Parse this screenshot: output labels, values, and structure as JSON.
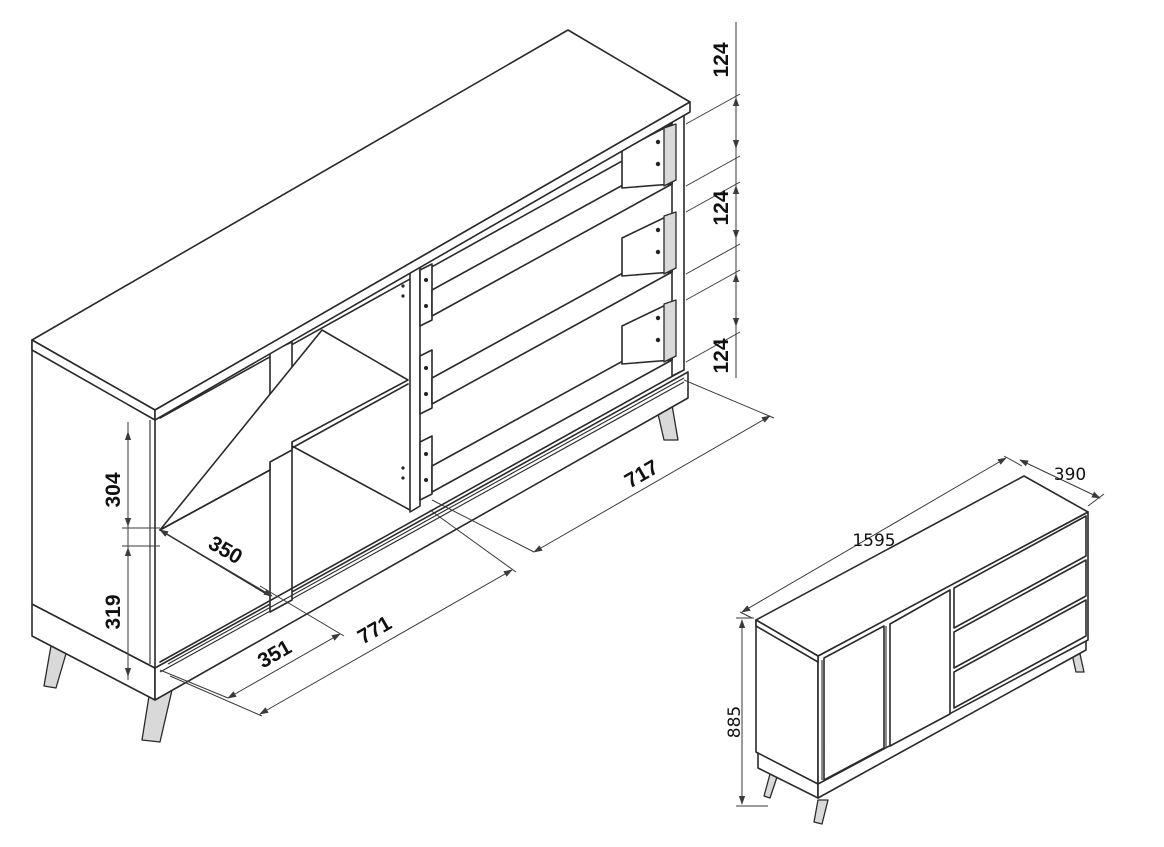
{
  "dimensions": {
    "drawer_height_top": "124",
    "drawer_height_middle": "124",
    "drawer_height_bottom": "124",
    "shelf_space_upper": "304",
    "shelf_space_lower": "319",
    "inner_depth_shelf": "350",
    "inner_depth_bottom": "351",
    "door_section_width": "771",
    "drawer_section_width": "717"
  },
  "overview": {
    "width": "1595",
    "depth": "390",
    "height": "885"
  }
}
